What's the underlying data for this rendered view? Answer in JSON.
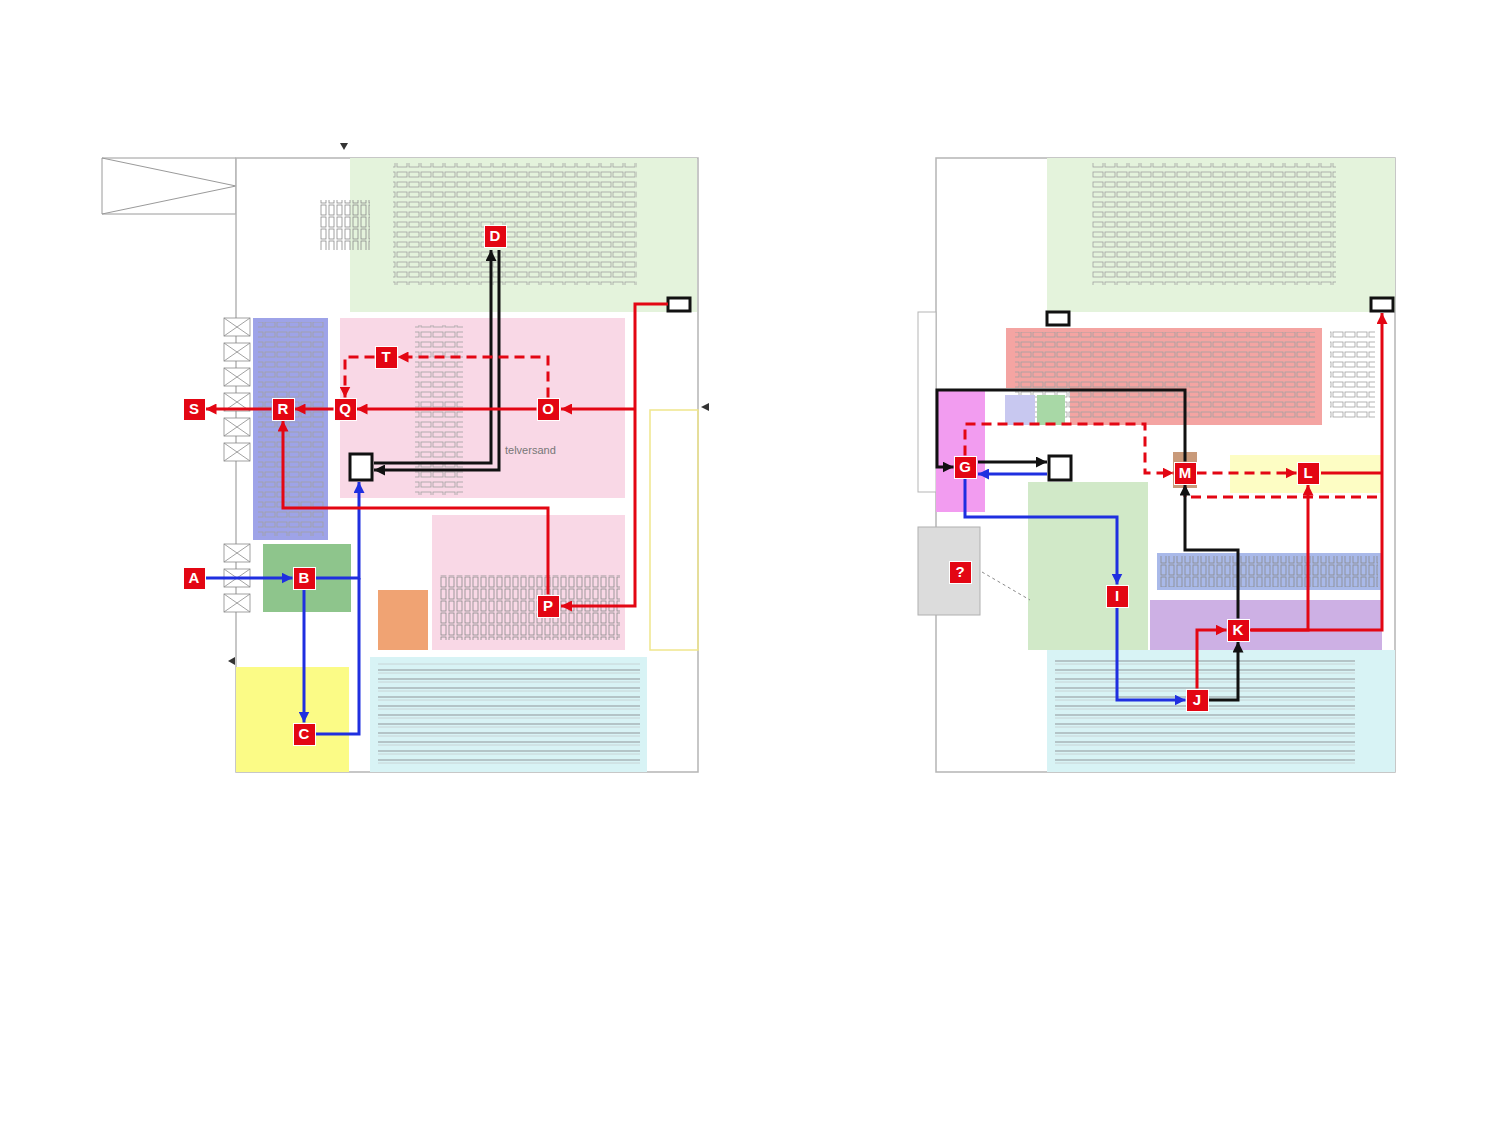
{
  "diagram": {
    "nodes": [
      {
        "text": [
          "A"
        ]
      },
      {
        "text": [
          "B"
        ]
      },
      {
        "text": [
          "C"
        ]
      },
      {
        "text": [
          "D"
        ]
      },
      {
        "text": [
          "O"
        ]
      },
      {
        "text": [
          "P"
        ]
      },
      {
        "text": [
          "Q"
        ]
      },
      {
        "text": [
          "R"
        ]
      },
      {
        "text": [
          "S"
        ]
      },
      {
        "text": [
          "T"
        ]
      },
      {
        "text": [
          "G"
        ]
      },
      {
        "text": [
          "I"
        ]
      },
      {
        "text": [
          "J"
        ]
      },
      {
        "text": [
          "K"
        ]
      },
      {
        "text": [
          "L"
        ]
      },
      {
        "text": [
          "M"
        ]
      },
      {
        "text": [
          "?"
        ]
      }
    ],
    "edges": [
      {
        "from": 0,
        "to": 1,
        "arrow": "to"
      },
      {
        "from": 1,
        "to": 2,
        "arrow": "to"
      },
      {
        "from": 4,
        "to": 6,
        "arrow": "to"
      },
      {
        "from": 4,
        "to": 9,
        "arrow": "to"
      },
      {
        "from": 9,
        "to": 6,
        "arrow": "to"
      },
      {
        "from": 6,
        "to": 7,
        "arrow": "to"
      },
      {
        "from": 7,
        "to": 8,
        "arrow": "to"
      },
      {
        "from": 5,
        "to": 7,
        "arrow": "to"
      },
      {
        "from": 10,
        "to": 11,
        "arrow": "to"
      },
      {
        "from": 11,
        "to": 12,
        "arrow": "to"
      },
      {
        "from": 12,
        "to": 13,
        "arrow": "to"
      },
      {
        "from": 12,
        "to": 13,
        "arrow": "to"
      },
      {
        "from": 13,
        "to": 15,
        "arrow": "to"
      },
      {
        "from": 15,
        "to": 10,
        "arrow": "to"
      },
      {
        "from": 13,
        "to": 14,
        "arrow": "to"
      },
      {
        "from": 15,
        "to": 14,
        "arrow": "to"
      },
      {
        "from": 10,
        "to": 15,
        "arrow": "to"
      }
    ],
    "labels": [
      "telversand"
    ]
  }
}
